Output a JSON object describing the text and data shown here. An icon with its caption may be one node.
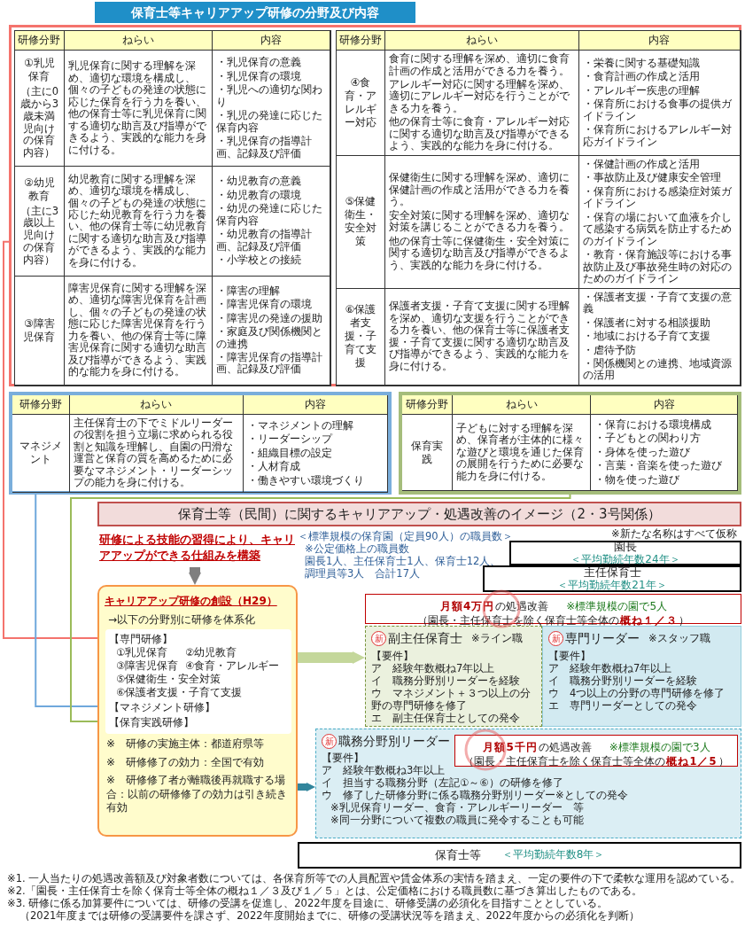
{
  "diagram": {
    "title": "保育士等キャリアアップ研修の分野及び内容",
    "nodes": [
      {
        "text": [],
        "shape": "box"
      },
      {
        "text": [
          "研修分野",
          "ねらい",
          "内容",
          "①乳児保育",
          "（主に0歳から3歳未満児向けの保育内容）",
          "乳児保育に関する理解を深め、適切な環境を構成し、個々の子どもの発達の状態に応じた保育を行う力を養い、他の保育士等に乳児保育に関する適切な助言及び指導ができるよう、実践的な能力を身に付ける。",
          "・乳児保育の意義",
          "・乳児保育の環境",
          "・乳児への適切な関わり",
          "・乳児の発達に応じた保育内容",
          "・乳児保育の指導計画、記録及び評価",
          "②幼児教育",
          "（主に3歳以上児向けの保育内容）",
          "幼児教育に関する理解を深め、適切な環境を構成し、個々の子どもの発達の状態に応じた幼児教育を行う力を養い、他の保育士等に幼児教育に関する適切な助言及び指導ができるよう、実践的な能力を身に付ける。",
          "・幼児教育の意義",
          "・幼児教育の環境",
          "・幼児の発達に応じた保育内容",
          "・幼児教育の指導計画、記録及び評価",
          "・小学校との接続",
          "③障害児保育",
          "障害児保育に関する理解を深め、適切な障害児保育を計画し、個々の子どもの発達の状態に応じた障害児保育を行う力を養い、他の保育士等に障害児保育に関する適切な助言及び指導ができるよう、実践的な能力を身に付ける。",
          "・障害の理解",
          "・障害児保育の環境",
          "・障害児の発達の援助",
          "・家庭及び関係機関との連携",
          "・障害児保育の指導計画、記録及び評価"
        ],
        "in": 0
      },
      {
        "text": [
          "研修分野",
          "ねらい",
          "内容",
          "④食育・アレルギー対応",
          "食育に関する理解を深め、適切に食育計画の作成と活用ができる力を養う。",
          "アレルギー対応に関する理解を深め、適切にアレルギー対応を行うことができる力を養う。",
          "他の保育士等に食育・アレルギー対応に関する適切な助言及び指導ができるよう、実践的な能力を身に付ける。",
          "・栄養に関する基礎知識",
          "・食育計画の作成と活用",
          "・アレルギー疾患の理解",
          "・保育所における食事の提供ガイドライン",
          "・保育所におけるアレルギー対応ガイドライン",
          "⑤保健衛生・安全対策",
          "保健衛生に関する理解を深め、適切に保健計画の作成と活用ができる力を養う。",
          "安全対策に関する理解を深め、適切な対策を講じることができる力を養う。",
          "他の保育士等に保健衛生・安全対策に関する適切な助言及び指導ができるよう、実践的な能力を身に付ける。",
          "・保健計画の作成と活用",
          "・事故防止及び健康安全管理",
          "・保育所における感染症対策ガイドライン",
          "・保育の場において血液を介して感染する病気を防止するためのガイドライン",
          "・教育・保育施設等における事故防止及び事故発生時の対応のためのガイドライン",
          "⑥保護者支援・子育て支援",
          "保護者支援・子育て支援に関する理解を深め、適切な支援を行うことができる力を養い、他の保育士等に保護者支援・子育て支援に関する適切な助言及び指導ができるよう、実践的な能力を身に付ける。",
          "・保護者支援・子育て支援の意義",
          "・保護者に対する相談援助",
          "・地域における子育て支援",
          "・虐待予防",
          "・関係機関との連携、地域資源の活用"
        ],
        "in": 0
      },
      {
        "text": [
          "研修分野",
          "ねらい",
          "内容",
          "マネジメント",
          "主任保育士の下でミドルリーダーの役割を担う立場に求められる役割と知識を理解し、自園の円滑な運営と保育の質を高めるために必要なマネジメント・リーダーシップの能力を身に付ける。",
          "・マネジメントの理解",
          "・リーダーシップ",
          "・組織目標の設定",
          "・人材育成",
          "・働きやすい環境づくり"
        ]
      },
      {
        "text": [
          "研修分野",
          "ねらい",
          "内容",
          "保育実践",
          "子どもに対する理解を深め、保育者が主体的に様々な遊びと環境を通じた保育の展開を行うために必要な能力を身に付ける。",
          "・保育における環境構成",
          "・子どもとの関わり方",
          "・身体を使った遊び",
          "・言葉・音楽を使った遊び",
          "・物を使った遊び"
        ]
      },
      {
        "text": [
          "保育士等（民間）に関するキャリアアップ・処遇改善のイメージ（2・3号関係）"
        ]
      },
      {
        "text": [
          "研修による技能の習得により、キャリアアップができる仕組みを構築"
        ]
      },
      {
        "text": [
          "キャリアアップ研修の創設（H29）",
          "→以下の分野別に研修を体系化",
          "※　研修の実施主体：都道府県等",
          "※　研修修了の効力：全国で有効",
          "※　研修修了者が離職後再就職する場合：以前の研修修了の効力は引き続き有効"
        ]
      },
      {
        "text": [
          "【専門研修】",
          "①乳児保育",
          "②幼児教育",
          "③障害児保育",
          "④食育・アレルギー",
          "⑤保健衛生・安全対策",
          "⑥保護者支援・子育て支援"
        ],
        "in": 7
      },
      {
        "text": [
          "【マネジメント研修】"
        ],
        "in": 7
      },
      {
        "text": [
          "【保育実践研修】"
        ],
        "in": 7
      },
      {
        "text": [
          "園長",
          "＜平均勤続年数24年＞"
        ]
      },
      {
        "text": [
          "主任保育士",
          "＜平均勤続年数21年＞"
        ]
      },
      {
        "text": [
          "新",
          "副主任保育士",
          "※ライン職",
          "【要件】",
          "ア　経験年数概ね7年以上",
          "イ　職務分野別リーダーを経験",
          "ウ　マネジメント＋３つ以上の分野の専門研修を修了",
          "エ　副主任保育士としての発令"
        ]
      },
      {
        "text": [
          "新",
          "専門リーダー",
          "※スタッフ職",
          "【要件】",
          "ア　経験年数概ね7年以上",
          "イ　職務分野別リーダーを経験",
          "ウ　4つ以上の分野の専門研修を修了",
          "エ　専門リーダーとしての発令"
        ]
      },
      {
        "text": [
          "**月額4万円**の処遇改善",
          "※標準規模の園で5人",
          "（園長・主任保育士を除く保育士等全体の**概ね１／３**）"
        ]
      },
      {
        "text": [
          "新",
          "職務分野別リーダー",
          "【要件】",
          "ア　経験年数概ね3年以上",
          "イ　担当する職務分野（左記①～⑥）の研修を修了",
          "ウ　修了した研修分野に係る職務分野別リーダー※としての発令",
          "※乳児保育リーダー、食育・アレルギーリーダー　等",
          "※同一分野について複数の職員に発令することも可能"
        ]
      },
      {
        "text": [
          "**月額5千円**の処遇改善",
          "※標準規模の園で3人",
          "（園長・主任保育士を除く保育士等全体の**概ね1／5**）"
        ],
        "in": 16
      },
      {
        "text": [
          "保育士等",
          "＜平均勤続年数8年＞"
        ]
      }
    ],
    "edges": [
      {
        "from": 0,
        "to": 8,
        "arrow": "to",
        "color": "#f4736d"
      },
      {
        "from": 3,
        "to": 9,
        "arrow": "to",
        "color": "#6fa8dc"
      },
      {
        "from": 4,
        "to": 10,
        "arrow": "to",
        "color": "#9bbb59"
      },
      {
        "from": 6,
        "to": 7,
        "arrow": "to",
        "style": "thick",
        "color": "#7f7f7f"
      },
      {
        "from": 7,
        "to": 13,
        "arrow": "to",
        "style": "thick",
        "color": "#c4d79b"
      },
      {
        "from": 7,
        "to": 16,
        "arrow": "to",
        "style": "thick",
        "color": "#31859c"
      }
    ],
    "labels": [
      "※新たな名称はすべて仮称",
      "＜標準規模の保育園（定員90人）の職員数＞",
      "※公定価格上の職員数",
      "園長1人、主任保育士1人、保育士12人、調理員等3人　合計17人",
      "※1. 一人当たりの処遇改善額及び対象者数については、各保育所等での人員配置や賃金体系の実情を踏まえ、一定の要件の下で柔軟な運用を認めている。",
      "※2.「園長・主任保育士を除く保育士等全体の概ね１／３及び１／５」とは、公定価格における職員数に基づき算出したものである。",
      "※3. 研修に係る加算要件については、研修の受講を促進し、2022年度を目途に、研修受講の必須化を目指すこととしている。",
      "（2021年度までは研修の受講要件を課さず、2022年度開始までに、研修の受講状況等を踏まえ、2022年度からの必須化を判断）"
    ]
  }
}
